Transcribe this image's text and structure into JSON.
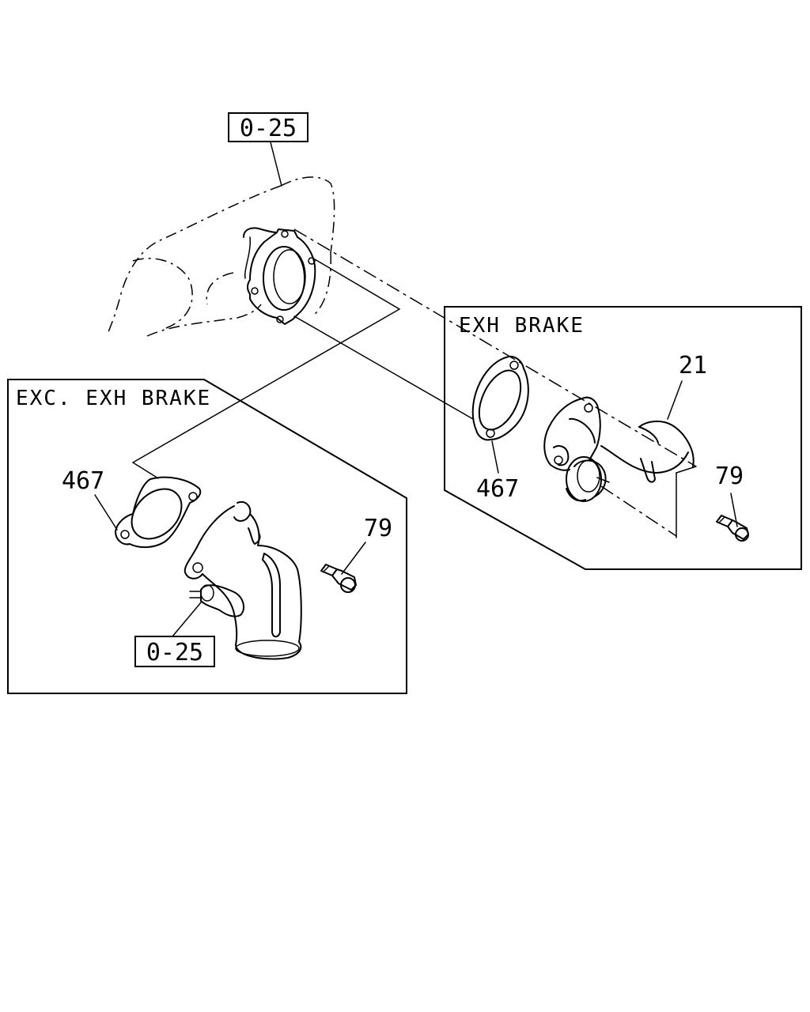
{
  "sections": {
    "exh_brake": {
      "title": "EXH BRAKE"
    },
    "exc_exh_brake": {
      "title": "EXC. EXH BRAKE"
    }
  },
  "references": {
    "top": "0-25",
    "bottom": "0-25"
  },
  "callouts": {
    "gasket_right": "467",
    "brake_unit": "21",
    "bolt_right": "79",
    "gasket_left": "467",
    "bolt_left": "79"
  }
}
